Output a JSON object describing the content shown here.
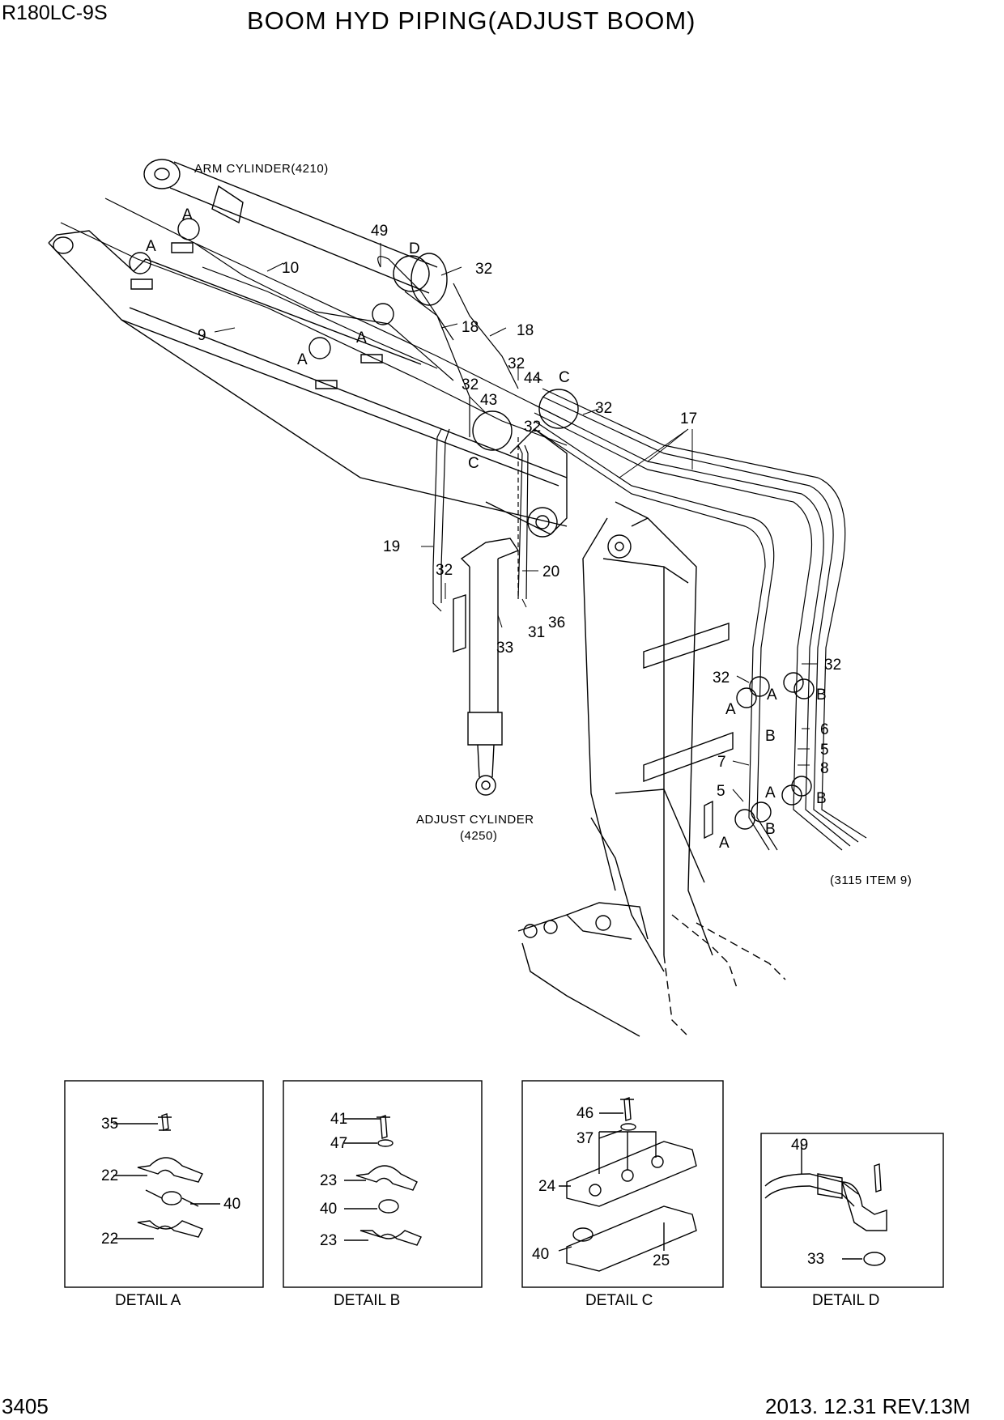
{
  "header": {
    "model": "R180LC-9S",
    "title": "BOOM HYD PIPING(ADJUST BOOM)"
  },
  "footer": {
    "page_number": "3405",
    "revision": "2013. 12.31  REV.13M"
  },
  "annotations": {
    "arm_cylinder": "ARM CYLINDER(4210)",
    "adjust_cylinder": "ADJUST CYLINDER",
    "adjust_cylinder_no": "(4250)",
    "ref_item": "(3115 ITEM 9)"
  },
  "part_labels": [
    "49",
    "D",
    "32",
    "10",
    "A",
    "A",
    "9",
    "18",
    "18",
    "A",
    "A",
    "32",
    "44",
    "C",
    "32",
    "43",
    "32",
    "32",
    "C",
    "17",
    "19",
    "32",
    "20",
    "36",
    "31",
    "33",
    "32",
    "32",
    "A",
    "B",
    "A",
    "B",
    "6",
    "5",
    "8",
    "7",
    "5",
    "A",
    "B",
    "B",
    "A"
  ],
  "details": [
    {
      "caption": "DETAIL A",
      "labels": [
        "35",
        "22",
        "40",
        "22"
      ]
    },
    {
      "caption": "DETAIL B",
      "labels": [
        "41",
        "47",
        "23",
        "40",
        "23"
      ]
    },
    {
      "caption": "DETAIL C",
      "labels": [
        "46",
        "37",
        "24",
        "40",
        "25"
      ]
    },
    {
      "caption": "DETAIL D",
      "labels": [
        "49",
        "33"
      ]
    }
  ]
}
